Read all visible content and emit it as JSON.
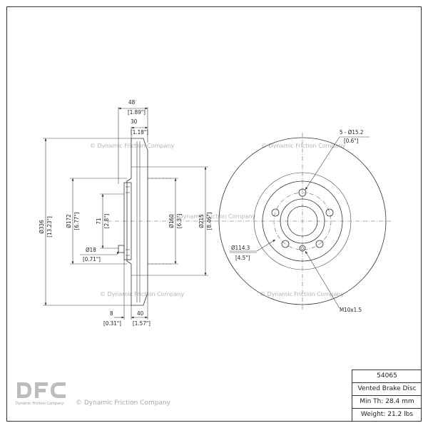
{
  "part": {
    "number": "54065",
    "type": "Vented Brake Disc",
    "min_thickness": "Min Th: 28.4 mm",
    "weight": "Weight: 21.2 lbs"
  },
  "dimensions": {
    "overall_thickness": {
      "mm": "48",
      "in": "[1.89\"]"
    },
    "hat_depth": {
      "mm": "30",
      "in": "[1.18\"]"
    },
    "outer_diameter": {
      "mm": "Ø336",
      "in": "[13.23\"]"
    },
    "diameter_172": {
      "mm": "Ø172",
      "in": "[6.77\"]"
    },
    "depth_71": {
      "mm": "71",
      "in": "[2.8\"]"
    },
    "center_bore": {
      "mm": "Ø18",
      "in": "[0.71\"]"
    },
    "hub_diameter": {
      "mm": "Ø160",
      "in": "[6.3\"]"
    },
    "friction_inner": {
      "mm": "Ø215",
      "in": "[8.46\"]"
    },
    "hat_offset": {
      "mm": "8",
      "in": "[0.31\"]"
    },
    "friction_width": {
      "mm": "40",
      "in": "[1.57\"]"
    },
    "bolt_holes": {
      "mm": "5 - Ø15.2",
      "in": "[0.6\"]"
    },
    "bolt_circle": {
      "mm": "Ø114.3",
      "in": "[4.5\"]"
    },
    "thread": {
      "mm": "M10x1.5"
    }
  },
  "watermark": "© Dynamic Friction Company",
  "brand": {
    "logo_text": "DFC",
    "logo_sub": "Dynamic Friction Company"
  }
}
